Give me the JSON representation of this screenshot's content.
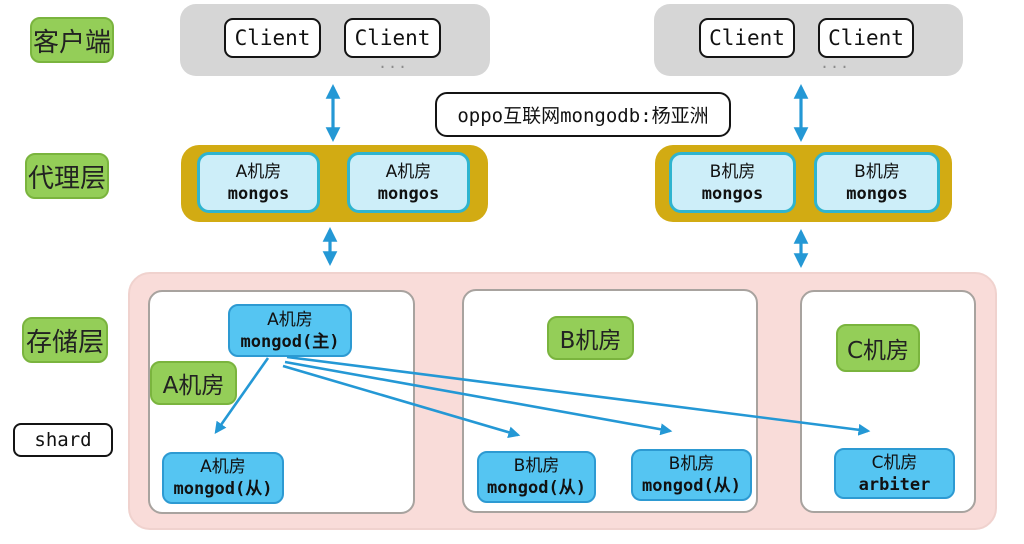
{
  "layer_labels": {
    "client": "客户端",
    "proxy": "代理层",
    "storage": "存储层",
    "shard": "shard"
  },
  "annotation": "oppo互联网mongodb:杨亚洲",
  "client_groups": [
    {
      "side": "left",
      "clients": [
        "Client",
        "Client"
      ],
      "ellipsis": "..."
    },
    {
      "side": "right",
      "clients": [
        "Client",
        "Client"
      ],
      "ellipsis": "..."
    }
  ],
  "proxy_groups": [
    {
      "side": "left",
      "nodes": [
        {
          "room": "A机房",
          "role": "mongos"
        },
        {
          "room": "A机房",
          "role": "mongos"
        }
      ]
    },
    {
      "side": "right",
      "nodes": [
        {
          "room": "B机房",
          "role": "mongos"
        },
        {
          "room": "B机房",
          "role": "mongos"
        }
      ]
    }
  ],
  "storage_rooms": [
    {
      "name": "A机房",
      "nodes": [
        {
          "room": "A机房",
          "role": "mongod(主)",
          "kind": "primary"
        },
        {
          "room": "A机房",
          "role": "mongod(从)",
          "kind": "secondary"
        }
      ]
    },
    {
      "name": "B机房",
      "nodes": [
        {
          "room": "B机房",
          "role": "mongod(从)",
          "kind": "secondary"
        },
        {
          "room": "B机房",
          "role": "mongod(从)",
          "kind": "secondary"
        }
      ]
    },
    {
      "name": "C机房",
      "nodes": [
        {
          "room": "C机房",
          "role": "arbiter",
          "kind": "arbiter"
        }
      ]
    }
  ],
  "colors": {
    "label_green": "#94ce58",
    "label_green_border": "#7ab43e",
    "client_container_gray": "#d6d6d6",
    "proxy_container_yellow": "#d2ab13",
    "mongos_fill": "#cdeef9",
    "mongos_border": "#2fb4cf",
    "mongod_fill": "#55c5f2",
    "mongod_border": "#2d9ad2",
    "storage_container_pink": "#f9dcd9",
    "room_border": "#a8a39f",
    "arrow_blue": "#2498d5",
    "box_border_black": "#141414"
  }
}
